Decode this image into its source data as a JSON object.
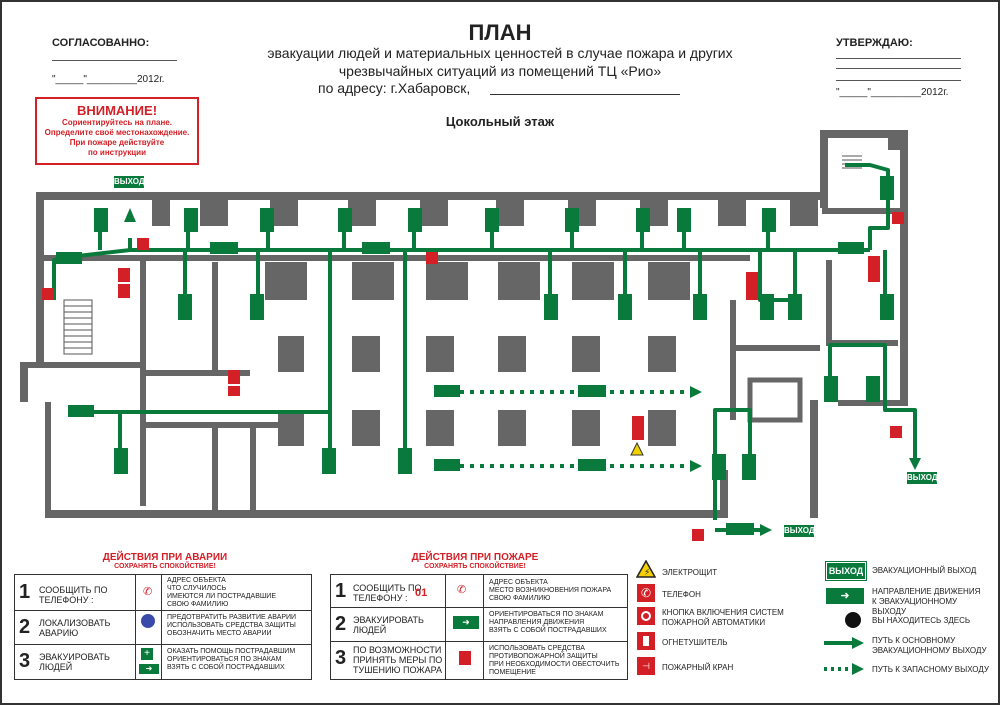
{
  "header": {
    "title": "ПЛАН",
    "subtitle_line1": "эвакуации людей и материальных ценностей в случае пожара и других",
    "subtitle_line2": "чрезвычайных ситуаций из помещений ТЦ «Рио»",
    "address": "по адресу: г.Хабаровск,",
    "floor": "Цокольный этаж"
  },
  "agreed": {
    "label": "СОГЛАСОВАННО:",
    "date": "\"_____\"_________2012г."
  },
  "approve": {
    "label": "УТВЕРЖДАЮ:",
    "date": "\"_____\"_________2012г."
  },
  "warning": {
    "heading": "ВНИМАНИЕ!",
    "line1": "Сориентируйтесь на плане.",
    "line2": "Определите своё местонахождение.",
    "line3": "При пожаре действуйте",
    "line4": "по инструкции"
  },
  "map": {
    "exit_label": "ВЫХОД",
    "colors": {
      "wall": "#555555",
      "route": "#0a7a3c",
      "sign": "#0a7a3c",
      "danger": "#d32027"
    }
  },
  "accident": {
    "title": "ДЕЙСТВИЯ ПРИ АВАРИИ",
    "subtitle": "СОХРАНЯТЬ СПОКОЙСТВИЕ!",
    "rows": [
      {
        "num": "1",
        "text": "СООБЩИТЬ ПО ТЕЛЕФОНУ :",
        "bullets": [
          "АДРЕС ОБЪЕКТА",
          "ЧТО СЛУЧИЛОСЬ",
          "ИМЕЮТСЯ ЛИ ПОСТРАДАВШИЕ",
          "СВОЮ ФАМИЛИЮ"
        ]
      },
      {
        "num": "2",
        "text": "ЛОКАЛИЗОВАТЬ АВАРИЮ",
        "bullets": [
          "ПРЕДОТВРАТИТЬ РАЗВИТИЕ АВАРИИ",
          "ИСПОЛЬЗОВАТЬ СРЕДСТВА ЗАЩИТЫ",
          "ОБОЗНАЧИТЬ МЕСТО АВАРИИ"
        ]
      },
      {
        "num": "3",
        "text": "ЭВАКУИРОВАТЬ ЛЮДЕЙ",
        "bullets": [
          "ОКАЗАТЬ ПОМОЩЬ ПОСТРАДАВШИМ",
          "ОРИЕНТИРОВАТЬСЯ ПО ЗНАКАМ",
          "ВЗЯТЬ С СОБОЙ ПОСТРАДАВШИХ"
        ]
      }
    ]
  },
  "fire": {
    "title": "ДЕЙСТВИЯ ПРИ ПОЖАРЕ",
    "subtitle": "СОХРАНЯТЬ СПОКОЙСТВИЕ!",
    "rows": [
      {
        "num": "1",
        "text": "СООБЩИТЬ ПО ТЕЛЕФОНУ :",
        "phone": "01",
        "bullets": [
          "АДРЕС ОБЪЕКТА",
          "МЕСТО ВОЗНИКНОВЕНИЯ ПОЖАРА",
          "СВОЮ ФАМИЛИЮ"
        ]
      },
      {
        "num": "2",
        "text": "ЭВАКУИРОВАТЬ ЛЮДЕЙ",
        "bullets": [
          "ОРИЕНТИРОВАТЬСЯ ПО ЗНАКАМ НАПРАВЛЕНИЯ ДВИЖЕНИЯ",
          "ВЗЯТЬ С СОБОЙ ПОСТРАДАВШИХ"
        ]
      },
      {
        "num": "3",
        "text": "ПО ВОЗМОЖНОСТИ ПРИНЯТЬ МЕРЫ ПО ТУШЕНИЮ ПОЖАРА",
        "bullets": [
          "ИСПОЛЬЗОВАТЬ СРЕДСТВА ПРОТИВОПОЖАРНОЙ ЗАЩИТЫ",
          "ПРИ НЕОБХОДИМОСТИ ОБЕСТОЧИТЬ ПОМЕЩЕНИЕ"
        ]
      }
    ]
  },
  "legend_left": [
    {
      "icon": "electrical-panel-icon",
      "label": "ЭЛЕКТРОЩИТ"
    },
    {
      "icon": "phone-icon",
      "label": "ТЕЛЕФОН"
    },
    {
      "icon": "alarm-button-icon",
      "label": "КНОПКА ВКЛЮЧЕНИЯ    СИСТЕМ ПОЖАРНОЙ АВТОМАТИКИ"
    },
    {
      "icon": "fire-extinguisher-icon",
      "label": "ОГНЕТУШИТЕЛЬ"
    },
    {
      "icon": "fire-hydrant-icon",
      "label": "ПОЖАРНЫЙ КРАН"
    }
  ],
  "legend_right": [
    {
      "icon": "exit-sign-icon",
      "label": "ЭВАКУАЦИОННЫЙ ВЫХОД"
    },
    {
      "icon": "direction-sign-icon",
      "label": "НАПРАВЛЕНИЕ  ДВИЖЕНИЯ К ЭВАКУАЦИОННОМУ ВЫХОДУ"
    },
    {
      "icon": "you-are-here-icon",
      "label": "ВЫ НАХОДИТЕСЬ ЗДЕСЬ"
    },
    {
      "icon": "main-route-arrow-icon",
      "label": "ПУТЬ К ОСНОВНОМУ ЭВАКУАЦИОННОМУ ВЫХОДУ"
    },
    {
      "icon": "spare-route-arrow-icon",
      "label": "ПУТЬ К ЗАПАСНОМУ ВЫХОДУ"
    }
  ]
}
